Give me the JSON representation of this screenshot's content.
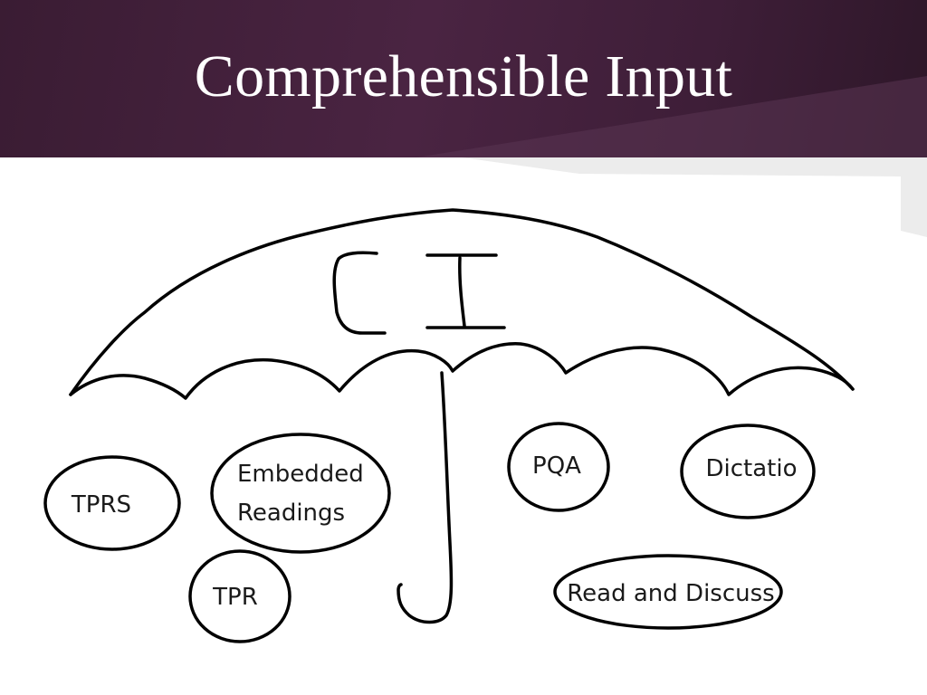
{
  "slide": {
    "title": "Comprehensible Input"
  },
  "diagram": {
    "umbrella_label": "CI",
    "bubbles": [
      {
        "id": "tprs",
        "label": "TPRS"
      },
      {
        "id": "embedded-readings",
        "label_lines": [
          "Embedded",
          "Readings"
        ]
      },
      {
        "id": "tpr",
        "label": "TPR"
      },
      {
        "id": "pqa",
        "label": "PQA"
      },
      {
        "id": "dictatio",
        "label": "Dictatio"
      },
      {
        "id": "read-and-discuss",
        "label": "Read and Discuss"
      }
    ]
  },
  "colors": {
    "header_bg": "#432040",
    "title_text": "#ffffff",
    "stroke": "#000000"
  }
}
